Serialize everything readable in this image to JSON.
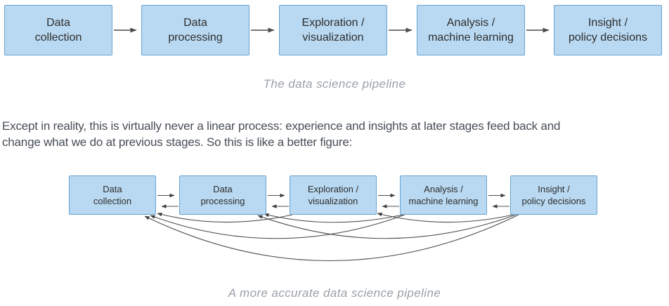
{
  "figure1": {
    "caption": "The data science pipeline",
    "stages": [
      {
        "line1": "Data",
        "line2": "collection"
      },
      {
        "line1": "Data",
        "line2": "processing"
      },
      {
        "line1": "Exploration /",
        "line2": "visualization"
      },
      {
        "line1": "Analysis /",
        "line2": "machine learning"
      },
      {
        "line1": "Insight /",
        "line2": "policy decisions"
      }
    ]
  },
  "paragraph": {
    "line1": "Except in reality, this is virtually never a linear process: experience and insights at later stages feed back and",
    "line2": "change what we do at previous stages. So this is like a better figure:"
  },
  "figure2": {
    "caption": "A more accurate data science pipeline",
    "stages": [
      {
        "line1": "Data",
        "line2": "collection"
      },
      {
        "line1": "Data",
        "line2": "processing"
      },
      {
        "line1": "Exploration /",
        "line2": "visualization"
      },
      {
        "line1": "Analysis /",
        "line2": "machine learning"
      },
      {
        "line1": "Insight /",
        "line2": "policy decisions"
      }
    ]
  },
  "colors": {
    "box_fill": "#b9d9f2",
    "box_border": "#68a2d0",
    "arrow": "#4c4c4c",
    "caption_text": "#9aa0a8",
    "body_text": "#474e57"
  }
}
